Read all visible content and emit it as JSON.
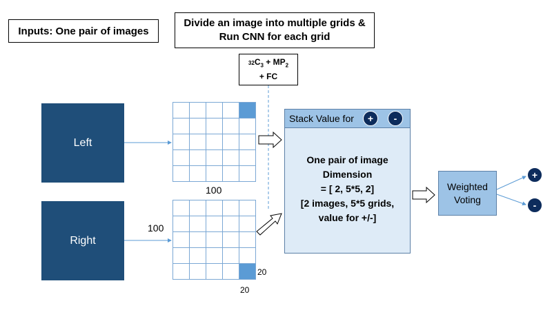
{
  "inputs_label": "Inputs: One pair of images",
  "grid_title_line1": "Divide an image into multiple grids &",
  "grid_title_line2": "Run CNN for each grid",
  "cnn_line1_parts": [
    "32",
    "C",
    "3",
    " + MP",
    "2"
  ],
  "cnn_line2": "+ FC",
  "left_label": "Left",
  "right_label": "Right",
  "dim_top": "100",
  "dim_side": "100",
  "dim_cell_side": "20",
  "dim_cell_bottom": "20",
  "stack_header": "Stack Value for",
  "stack_plus": "+",
  "stack_minus": "-",
  "stack_body": [
    "One pair of image",
    "Dimension",
    "= [ 2, 5*5, 2]",
    "[2 images, 5*5 grids,",
    "value for +/-]"
  ],
  "voting_line1": "Weighted",
  "voting_line2": "Voting",
  "out_plus": "+",
  "out_minus": "-",
  "colors": {
    "dark": "#1f4e79",
    "light": "#deebf7",
    "mid": "#9dc3e6",
    "grid_line": "#7aa7d4",
    "highlight": "#5b9bd5",
    "circle": "#0d2c5c"
  }
}
